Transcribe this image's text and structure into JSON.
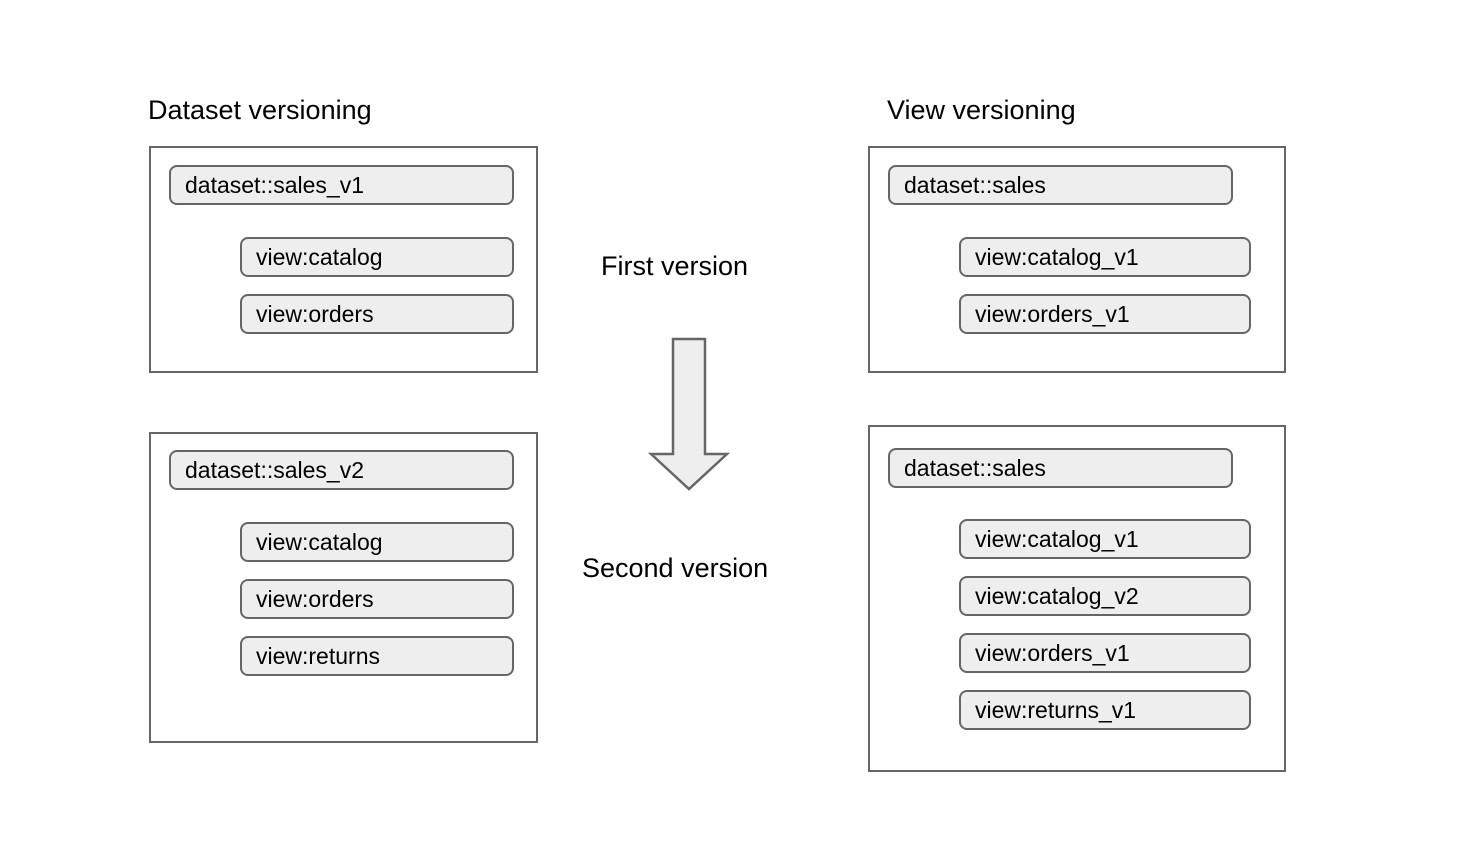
{
  "diagram": {
    "title_left": "Dataset versioning",
    "title_right": "View versioning",
    "center": {
      "first_label": "First version",
      "second_label": "Second version",
      "arrow_icon": "down-block-arrow-icon",
      "arrow_fill": "#eeeeee",
      "arrow_stroke": "#666666"
    },
    "colors": {
      "panel_border": "#666666",
      "chip_fill": "#eeeeee",
      "chip_border": "#666666",
      "background": "#ffffff",
      "text": "#000000"
    },
    "groups": [
      {
        "id": "dataset-versioning-first",
        "column": "left",
        "version_row": "first",
        "dataset": "dataset::sales_v1",
        "views": [
          "view:catalog",
          "view:orders"
        ]
      },
      {
        "id": "dataset-versioning-second",
        "column": "left",
        "version_row": "second",
        "dataset": "dataset::sales_v2",
        "views": [
          "view:catalog",
          "view:orders",
          "view:returns"
        ]
      },
      {
        "id": "view-versioning-first",
        "column": "right",
        "version_row": "first",
        "dataset": "dataset::sales",
        "views": [
          "view:catalog_v1",
          "view:orders_v1"
        ]
      },
      {
        "id": "view-versioning-second",
        "column": "right",
        "version_row": "second",
        "dataset": "dataset::sales",
        "views": [
          "view:catalog_v1",
          "view:catalog_v2",
          "view:orders_v1",
          "view:returns_v1"
        ]
      }
    ]
  }
}
